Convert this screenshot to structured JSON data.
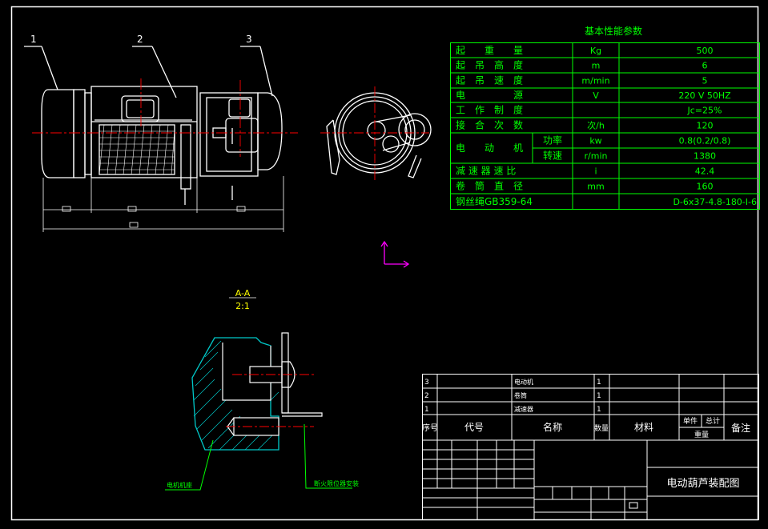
{
  "callouts": [
    "1",
    "2",
    "3"
  ],
  "section_view": {
    "label": "A-A",
    "scale": "2:1"
  },
  "leaders": {
    "motor_housing": "电机机座",
    "limiter": "断火限位器安装"
  },
  "params_table": {
    "title": "基本性能参数",
    "rows": [
      {
        "name": "起　　重　　量",
        "unit": "Kg",
        "value": "500"
      },
      {
        "name": "起　吊　高　度",
        "unit": "m",
        "value": "6"
      },
      {
        "name": "起　吊　速　度",
        "unit": "m/min",
        "value": "5"
      },
      {
        "name": "电　　　　　源",
        "unit": "V",
        "value": "220 V  50HZ"
      },
      {
        "name": "工　作　制　度",
        "unit": "",
        "value": "Jc=25%"
      },
      {
        "name": "接　合　次　数",
        "unit": "次/h",
        "value": "120"
      },
      {
        "name": "电　　动　　机",
        "sub": "功率",
        "unit": "kw",
        "value": "0.8(0.2/0.8)"
      },
      {
        "name": "",
        "sub": "转速",
        "unit": "r/min",
        "value": "1380"
      },
      {
        "name": "减 速 器 速 比",
        "unit": "i",
        "value": "42.4"
      },
      {
        "name": "卷　筒　直　径",
        "unit": "mm",
        "value": "160"
      },
      {
        "name": "钢丝绳GB359-64",
        "unit": "",
        "value": "D-6x37-4.8-180-I-6"
      }
    ]
  },
  "parts_list": {
    "rows": [
      {
        "no": "3",
        "name": "电动机",
        "qty": "1"
      },
      {
        "no": "2",
        "name": "卷筒",
        "qty": "1"
      },
      {
        "no": "1",
        "name": "减速器",
        "qty": "1"
      }
    ],
    "headers": {
      "no": "序号",
      "code": "代号",
      "name": "名称",
      "qty": "数量",
      "material": "材料",
      "unit_weight": "单件",
      "total_weight": "总计",
      "weight": "重量",
      "remark": "备注"
    }
  },
  "title_block": {
    "drawing_title": "电动葫芦装配图"
  },
  "colors": {
    "background": "#000000",
    "frame": "#ffffff",
    "outline": "#ffffff",
    "table": "#00ff00",
    "centerline": "#ff0000",
    "hatch": "#00c8c8",
    "ucs": "#ff00ff",
    "text": "#ffff00"
  }
}
